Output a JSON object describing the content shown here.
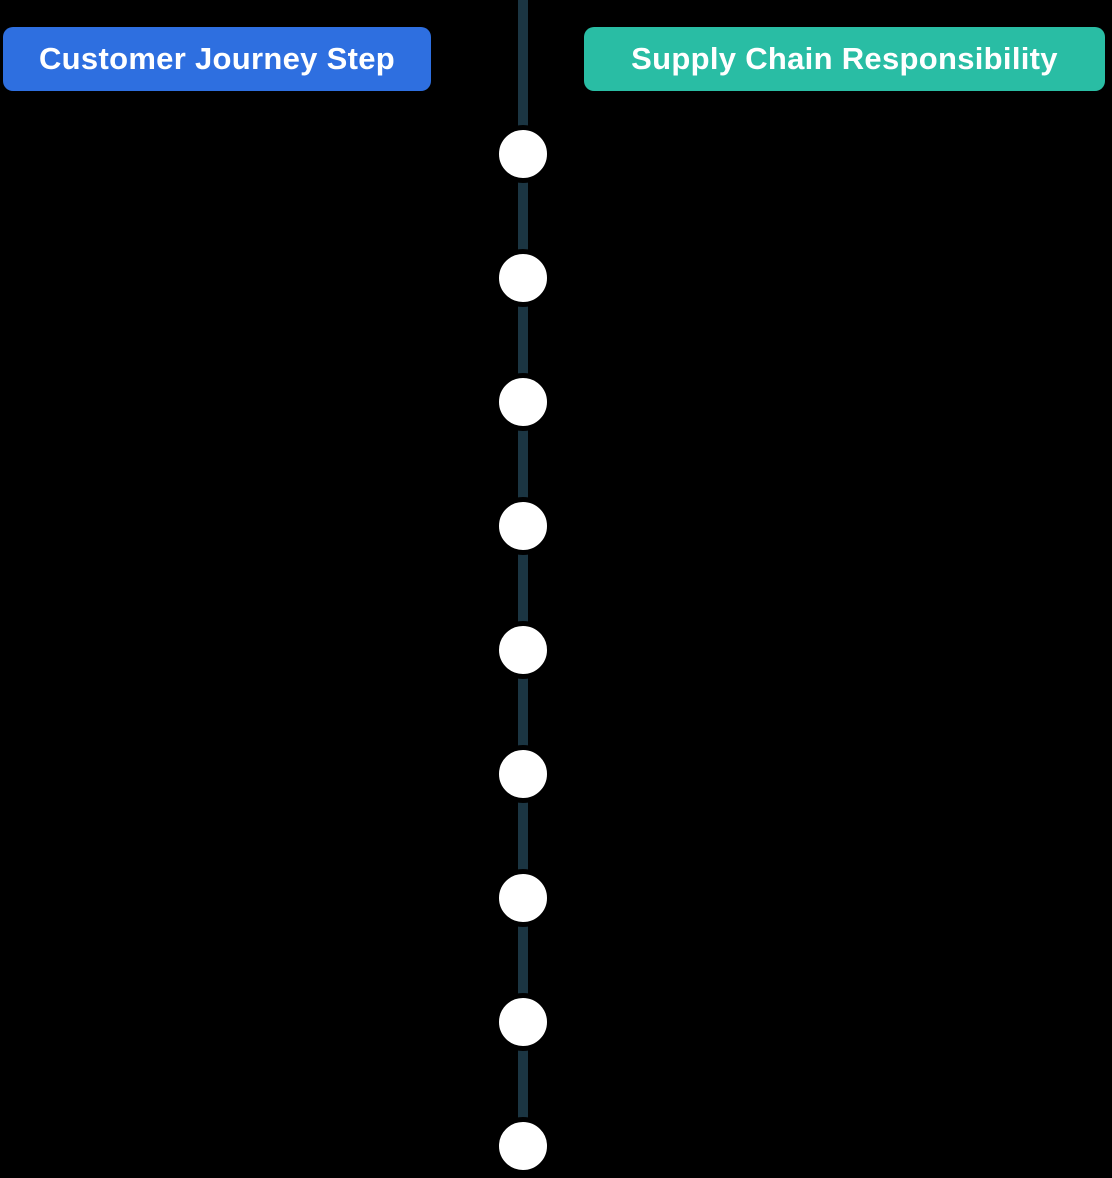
{
  "diagram": {
    "background_color": "#000000",
    "legend": {
      "customer_journey": {
        "label": "Customer Journey Step",
        "color": "#2E6FE0",
        "text_color": "#FFFFFF"
      },
      "supply_chain": {
        "label": "Supply Chain Responsibility",
        "color": "#29BDA4",
        "text_color": "#FFFFFF"
      }
    },
    "timeline": {
      "node_count": 9,
      "node_color": "#FFFFFF",
      "line_color": "#1B3542"
    }
  }
}
